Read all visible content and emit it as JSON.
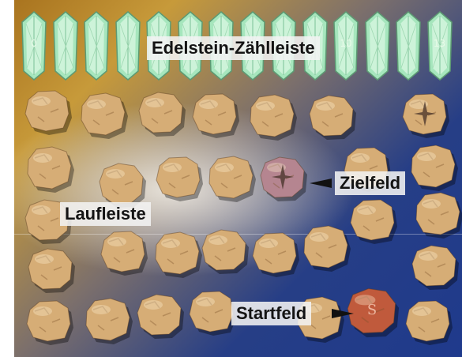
{
  "board": {
    "gem_labels": [
      "0",
      "",
      "",
      "",
      "",
      "",
      "",
      "",
      "",
      "",
      "10",
      "",
      "",
      "13"
    ],
    "labels": {
      "gem_track": "Edelstein-Zählleiste",
      "target": "Zielfeld",
      "track": "Laufleiste",
      "start": "Startfeld"
    },
    "start_mark": "S"
  },
  "colors": {
    "gem": "#a6e6bd",
    "stone": "#d6ad76",
    "target_field": "#b58590",
    "start_field": "#c05a3c",
    "label_bg": "#f2f2f2"
  },
  "icons": {
    "target_cross": "sparkle-cross-icon",
    "label_arrow": "arrow-pointer-icon"
  }
}
